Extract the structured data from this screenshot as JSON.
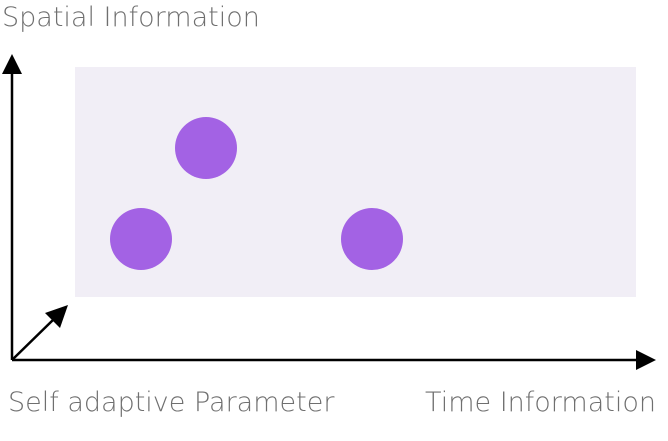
{
  "diagram": {
    "y_axis_label": "Spatial Information",
    "x_axis_label": "Time Information",
    "diagonal_axis_label": "Self adaptive Parameter",
    "colors": {
      "region_fill": "#f1eef6",
      "dot_fill": "#a362e4",
      "axis": "#000000",
      "label": "#6f6f6f"
    },
    "dot_count": 3
  }
}
